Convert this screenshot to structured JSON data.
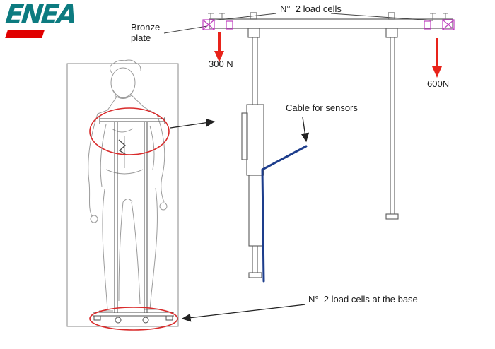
{
  "logo": {
    "text": "ENEA",
    "color": "#0c7b80",
    "bar_color": "#e00000"
  },
  "labels": {
    "load_cells_top": "N°  2 load cells",
    "bronze_plate": "Bronze plate",
    "force_left": "300 N",
    "force_right": "600N",
    "cable_sensors": "Cable for sensors",
    "load_cells_base": "N°  2 load cells at the base"
  },
  "colors": {
    "force_arrow_red": "#e8231a",
    "cable_blue": "#1d3d8c",
    "load_cell_magenta": "#bf3fbf",
    "highlight_ellipse_red": "#d92b2b",
    "drawing_gray": "#5a5a5a",
    "statue_gray": "#9b9b9b"
  }
}
